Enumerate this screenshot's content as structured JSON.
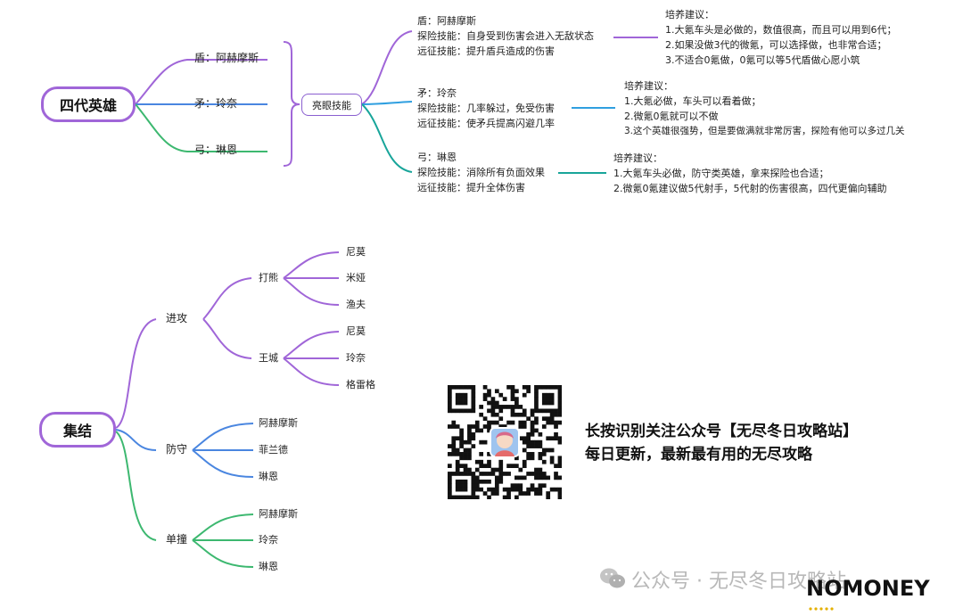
{
  "mindmap1": {
    "root": "四代英雄",
    "branches": [
      "盾：阿赫摩斯",
      "矛：玲奈",
      "弓：琳恩"
    ],
    "mid": "亮眼技能",
    "skills": [
      [
        "盾：阿赫摩斯",
        "探险技能：自身受到伤害会进入无敌状态",
        "远征技能：提升盾兵造成的伤害"
      ],
      [
        "矛：玲奈",
        "探险技能：几率躲过，免受伤害",
        "远征技能：使矛兵提高闪避几率"
      ],
      [
        "弓：琳恩",
        "探险技能：消除所有负面效果",
        "远征技能：提升全体伤害"
      ]
    ],
    "advice": [
      [
        "培养建议：",
        "1.大氪车头是必做的，数值很高，而且可以用到6代；",
        "2.如果没做3代的微氪，可以选择做，也非常合适；",
        "3.不适合0氪做，0氪可以等5代盾做心愿小筑"
      ],
      [
        "培养建议：",
        "1.大氪必做，车头可以看着做；",
        "2.微氪0氪就可以不做",
        "3.这个英雄很强势，但是要做满就非常厉害，探险有他可以多过几关"
      ],
      [
        "培养建议：",
        "1.大氪车头必做，防守类英雄，拿来探险也合适；",
        "2.微氪0氪建议做5代射手，5代射的伤害很高，四代更偏向辅助"
      ]
    ]
  },
  "mindmap2": {
    "root": "集结",
    "attack": "进攻",
    "bear": "打熊",
    "bear_items": [
      "尼莫",
      "米娅",
      "渔夫"
    ],
    "castle": "王城",
    "castle_items": [
      "尼莫",
      "玲奈",
      "格雷格"
    ],
    "defense": "防守",
    "defense_items": [
      "阿赫摩斯",
      "菲兰德",
      "琳恩"
    ],
    "solo": "单撞",
    "solo_items": [
      "阿赫摩斯",
      "玲奈",
      "琳恩"
    ]
  },
  "promo": {
    "line1": "长按识别关注公众号【无尽冬日攻略站】",
    "line2": "每日更新，最新最有用的无尽攻略"
  },
  "watermark": "公众号 · 无尽冬日攻略站",
  "logo": "NOMONEY",
  "colors": {
    "purple": "#a066d8",
    "blue": "#4a86e0",
    "green": "#3db870",
    "teal": "#18a59a",
    "sky": "#2f9fe0"
  }
}
